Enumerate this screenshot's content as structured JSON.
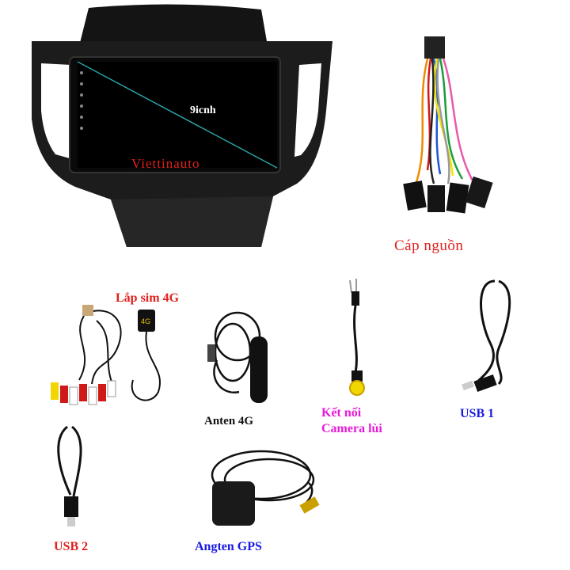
{
  "screen": {
    "model_label": "9icnh",
    "watermark": "Viettinauto"
  },
  "labels": {
    "power_cable": "Cáp nguồn",
    "sim_4g": "Lắp sim 4G",
    "antenna_4g": "Anten 4G",
    "camera_line1": "Kết nối",
    "camera_line2": "Camera lùi",
    "usb1": "USB 1",
    "usb2": "USB 2",
    "gps": "Angten GPS"
  },
  "colors": {
    "red": "#e0201c",
    "blue": "#1a1ae0",
    "magenta": "#e81ad8",
    "dark": "#111111"
  }
}
